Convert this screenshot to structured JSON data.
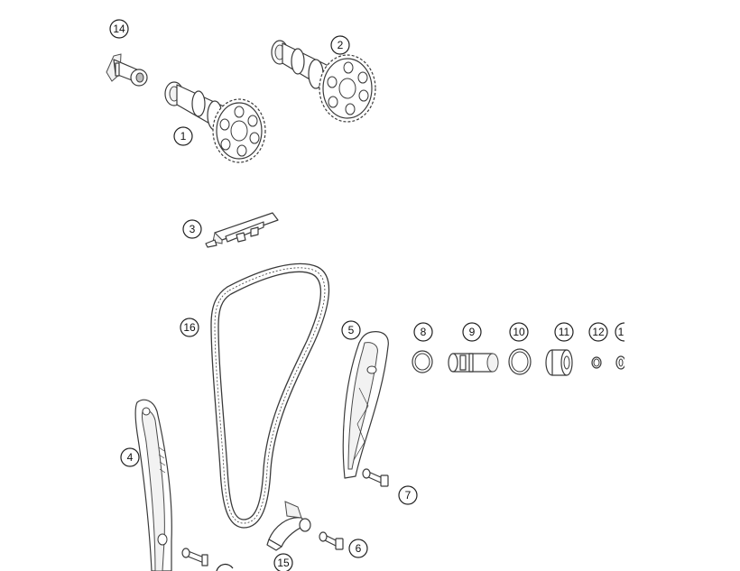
{
  "callouts": {
    "c1": "1",
    "c2": "2",
    "c3": "3",
    "c4": "4",
    "c5": "5",
    "c6": "6",
    "c7": "7",
    "c8": "8",
    "c9": "9",
    "c10": "10",
    "c11": "11",
    "c12": "12",
    "c13": "1",
    "c14": "14",
    "c15": "15",
    "c16": "16"
  },
  "colors": {
    "line": "#3a3a3a",
    "fill": "#ffffff",
    "shade": "#bdbdbd"
  }
}
